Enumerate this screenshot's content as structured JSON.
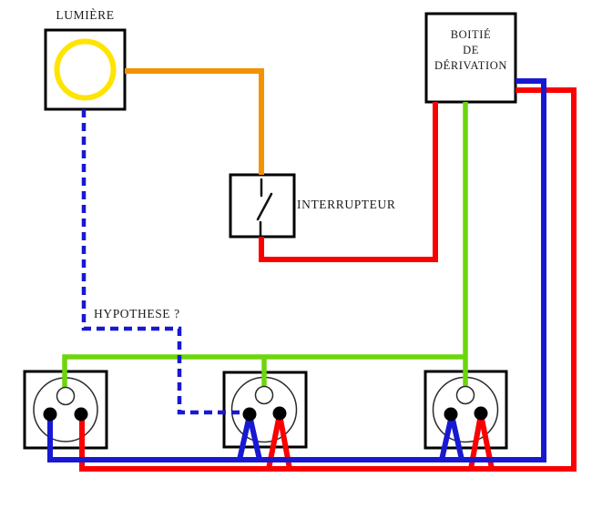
{
  "labels": {
    "light": "LUMIÈRE",
    "switch": "INTERRUPTEUR",
    "junction_box_line1": "BOITIÉ",
    "junction_box_line2": "DE",
    "junction_box_line3": "DÉRIVATION",
    "hypothesis": "HYPOTHESE ?"
  },
  "colors": {
    "live_red": "#fa0000",
    "neutral_blue": "#1818d2",
    "earth_green": "#6cd60a",
    "switched_orange": "#f39200",
    "lamp_yellow": "#ffe400"
  },
  "diagram": {
    "type": "electrical-wiring",
    "nodes": [
      {
        "id": "light",
        "label": "LUMIÈRE"
      },
      {
        "id": "switch",
        "label": "INTERRUPTEUR"
      },
      {
        "id": "junction-box",
        "label": "BOITIÉ DE DÉRIVATION"
      },
      {
        "id": "outlet-1"
      },
      {
        "id": "outlet-2"
      },
      {
        "id": "outlet-3"
      }
    ],
    "edges": [
      {
        "from": "light",
        "to": "switch",
        "color": "orange",
        "style": "solid"
      },
      {
        "from": "switch",
        "to": "junction-box",
        "color": "red",
        "style": "solid"
      },
      {
        "from": "junction-box",
        "to": "outlet-1",
        "color": "red",
        "style": "solid",
        "via": "outlet-3, outlet-2 tap loops"
      },
      {
        "from": "junction-box",
        "to": "outlet-1",
        "color": "blue",
        "style": "solid",
        "via": "outlet-3, outlet-2 tap loops"
      },
      {
        "from": "junction-box",
        "to": "outlet-1",
        "color": "green",
        "style": "solid",
        "via": "earth bus to all three outlets"
      },
      {
        "from": "light",
        "to": "outlet-2",
        "color": "blue",
        "style": "dashed",
        "label": "HYPOTHESE ?"
      }
    ]
  }
}
